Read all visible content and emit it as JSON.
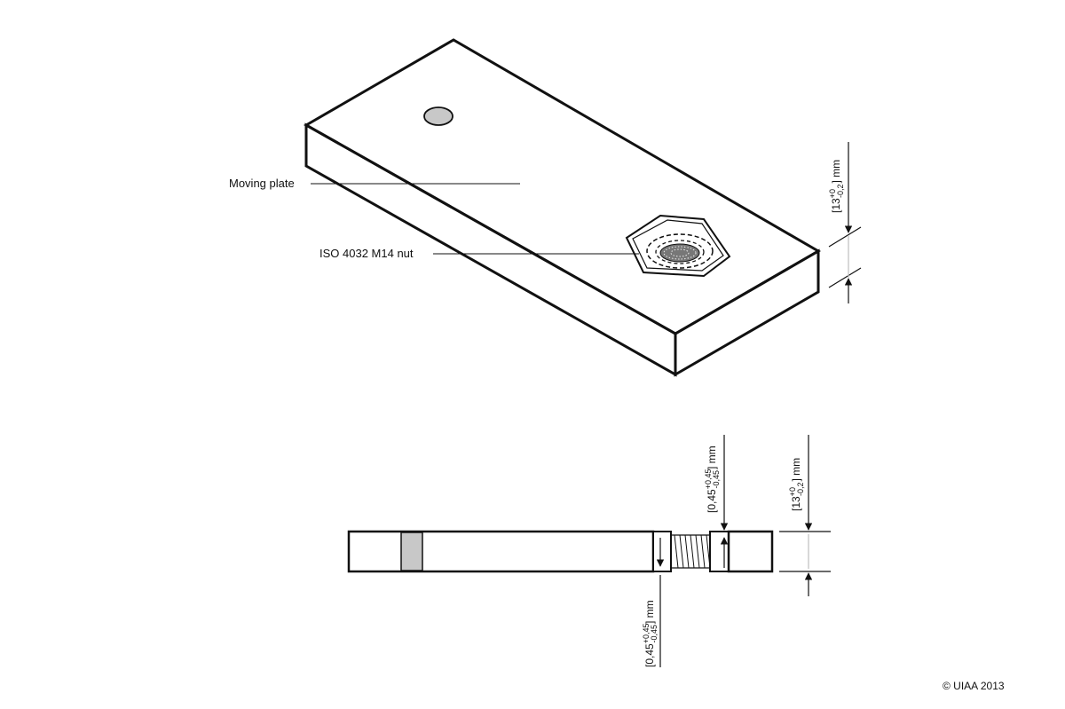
{
  "labels": {
    "moving_plate": "Moving plate",
    "nut": "ISO 4032 M14 nut"
  },
  "dimensions": {
    "thickness": {
      "open": "[13",
      "upper": "+0",
      "lower": "-0,2",
      "close": "] mm"
    },
    "gap_top": {
      "open": "[0,45",
      "upper": "+0,45",
      "lower": "-0,45",
      "close": "] mm"
    },
    "gap_bottom": {
      "open": "[0,45",
      "upper": "+0,45",
      "lower": "-0,45",
      "close": "] mm"
    },
    "side_thickness": {
      "open": "[13",
      "upper": "+0",
      "lower": "-0,2",
      "close": "] mm"
    }
  },
  "copyright": "© UIAA 2013",
  "colors": {
    "line": "#111111",
    "fill_grey": "#c8c8c8",
    "guide": "#bdbdbd"
  }
}
